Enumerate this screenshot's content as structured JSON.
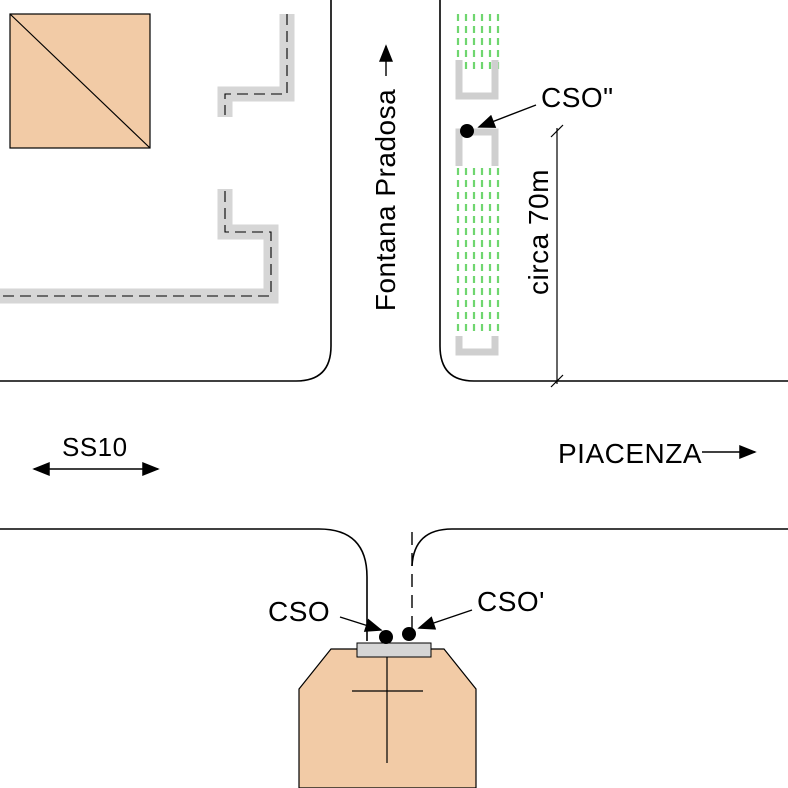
{
  "drawing": {
    "type": "road-intersection site plan (CAD style)",
    "labels": {
      "street_north": "Fontana Pradosa",
      "route_west": "SS10",
      "destination_east": "PIACENZA",
      "distance": "circa 70m",
      "cso": "CSO",
      "cso_prime": "CSO'",
      "cso_second": "CSO\""
    },
    "survey_points": [
      {
        "id": "CSO"
      },
      {
        "id": "CSO'"
      },
      {
        "id": "CSO\""
      }
    ],
    "colors": {
      "building_fill": "#f2cba6",
      "wall_fill": "#d6d6d6",
      "vegetation_hatch": "#6fd66f",
      "line": "#000000",
      "background": "#ffffff"
    }
  }
}
